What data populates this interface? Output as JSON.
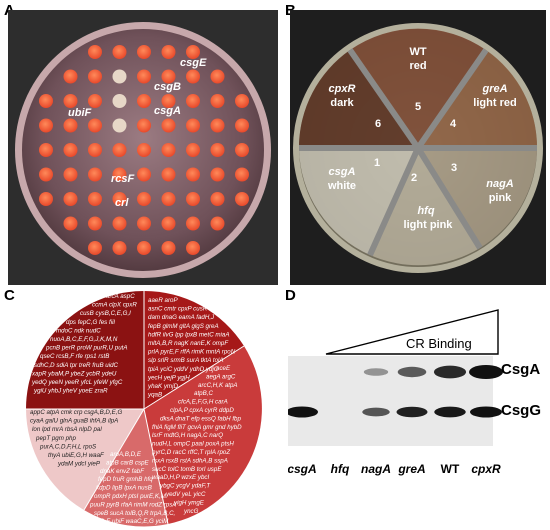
{
  "panels": {
    "a": {
      "letter": "A",
      "labels": [
        "csgE",
        "csgB",
        "csgA",
        "ubiF",
        "rcsF",
        "crl"
      ]
    },
    "b": {
      "letter": "B",
      "sectors": [
        {
          "id": "5",
          "gene": "WT",
          "color_label": "red"
        },
        {
          "id": "4",
          "gene": "greA",
          "color_label": "light red"
        },
        {
          "id": "3",
          "gene": "nagA",
          "color_label": "pink"
        },
        {
          "id": "2",
          "gene": "hfq",
          "color_label": "light pink"
        },
        {
          "id": "1",
          "gene": "csgA",
          "color_label": "white"
        },
        {
          "id": "6",
          "gene": "cpxR",
          "color_label": "dark"
        }
      ]
    },
    "c": {
      "letter": "C",
      "groups": [
        {
          "color": "#8b1212",
          "lines": [
            "arcA aspC",
            "ccmA clpX cpxR",
            "cusB cysB,C,E,G,I",
            "dps fepC,G fes fiil",
            "mdoC ndk nudC",
            "nuoA,B,C,E,F,G,J,K,M,N",
            "pcnB perR proW purR,U putA",
            "qseC rcsB,F rfe rps1 rstB",
            "sdhC,D sdiA tpr treR fruB uidC",
            "xapR ybaM,P ybeZ ycbR ydeU",
            "yedQ yeeN yeeR yfcL yfeW yfgC",
            "ygiU yhbJ yheV yoeE zraR"
          ]
        },
        {
          "color": "#a61919",
          "lines": [
            "aaeR aroP",
            "asnC cmtr cpxP cusR",
            "dam dnaG eamA fadH,J",
            "fepB glmM gltA glgS greA",
            "hdfR ilvG lpp lpxB metC miaA",
            "mltA,B,R nagK nanE,K ompF",
            "prlA pyrE,F rffA rimK mntA rpoN",
            "slp srlR srmB surA tktA tolA",
            "tpiA yciC yddV ydhD ydjC",
            "yecH yejP ygjH",
            "yhaK ymjD",
            "yqaB"
          ]
        },
        {
          "color": "#c93b3b",
          "lines": [
            "aceE",
            "aegA argC",
            "arcC,H,K atpA",
            "atpB,C",
            "cfcA,E,F,G,H carA",
            "clpA,P cpxA cyrR ddpD",
            "dksA dnaT efp essQ fabH fbp",
            "fhlA figM fliT gcvA gmr gnd hybD",
            "lsrF mdtG,H nagA,C narQ",
            "nudH,L ompC paaI poxA ptsH",
            "pyrC,D racC rffC,T rplA rpoZ",
            "rsxA rsxB rstA sdhA,B sspA",
            "sucC tolC tomB torI uspE",
            "waaD,H,P wzxE ybcI",
            "ybgC ycgV ydaF,T",
            "yedV yeL yicC",
            "yigH ymgE",
            "yncG"
          ]
        },
        {
          "color": "#d86a6a",
          "lines": [
            "aroA,B,D,E",
            "atpB carB cspE",
            "dnaK envZ fabF",
            "fepD fruR gmhB hfq",
            "kdpD lipB lpxA nusB",
            "ompR pdxH ptsI purE,K,M",
            "puuR pyrB rfaA rimM rodZ rpsA",
            "speB sucA tolB,Q,R trpA,B,C,",
            "D,E ubiF waaC,E,G yciM",
            "yiaK"
          ]
        },
        {
          "color": "#eec8c8",
          "lines": [
            "appC atpA cmk crp csgA,B,D,E,G",
            "cyaA galU glnA guaB ihfA,B ilpA",
            "lon lpd mrA rbsA nlpD pal",
            "pepT pgm php",
            "purA,C,D,F,H,L rpoS",
            "thyA ubiE,G,H waaF",
            "ydaM ydcI yieP"
          ]
        }
      ]
    },
    "d": {
      "letter": "D",
      "binding_label": "CR Binding",
      "bands": [
        "CsgA",
        "CsgG"
      ],
      "lanes": [
        "csgA",
        "hfq",
        "nagA",
        "greA",
        "WT",
        "cpxR"
      ],
      "csga_intensity": [
        0.0,
        0.0,
        0.2,
        0.55,
        0.85,
        1.0
      ],
      "csgg_intensity": [
        1.0,
        0.0,
        0.55,
        0.9,
        0.95,
        1.0
      ]
    }
  }
}
